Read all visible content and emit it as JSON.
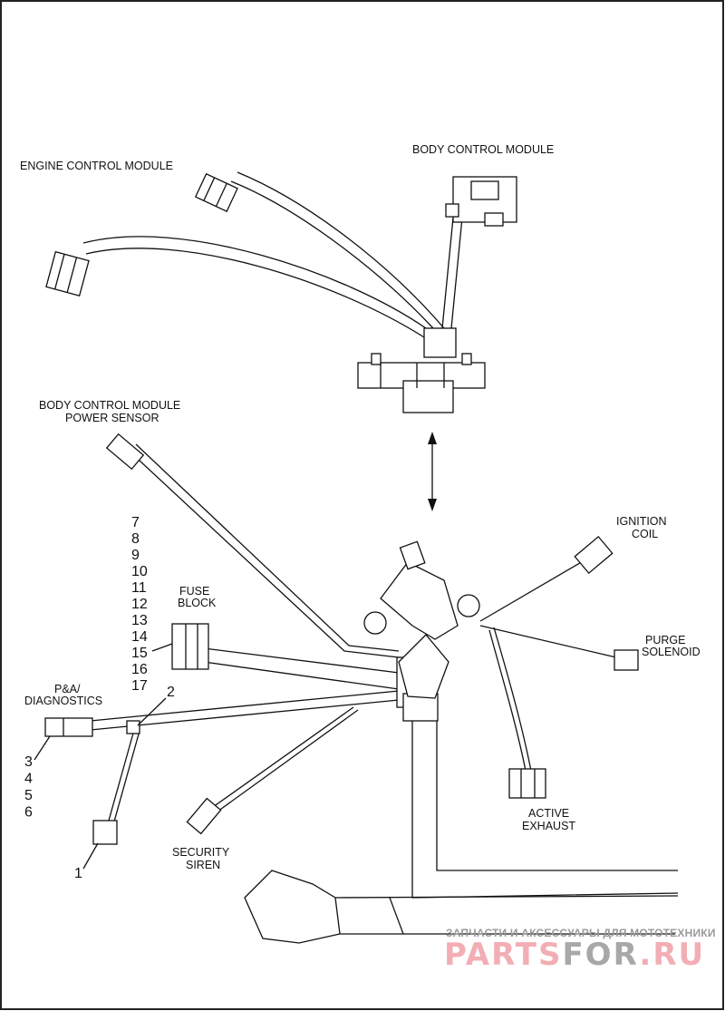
{
  "labels": {
    "ecm": "ENGINE CONTROL MODULE",
    "bcm": "BODY CONTROL MODULE",
    "bcm_power_sensor_1": "BODY CONTROL MODULE",
    "bcm_power_sensor_2": "POWER SENSOR",
    "fuse_block_1": "FUSE",
    "fuse_block_2": "BLOCK",
    "pa_diag_1": "P&A/",
    "pa_diag_2": "DIAGNOSTICS",
    "security_siren_1": "SECURITY",
    "security_siren_2": "SIREN",
    "ignition_coil_1": "IGNITION",
    "ignition_coil_2": "COIL",
    "purge_solenoid_1": "PURGE",
    "purge_solenoid_2": "SOLENOID",
    "active_exhaust_1": "ACTIVE",
    "active_exhaust_2": "EXHAUST"
  },
  "callouts": {
    "fuse_block_items": [
      "7",
      "8",
      "9",
      "10",
      "11",
      "12",
      "13",
      "14",
      "15",
      "16",
      "17"
    ],
    "pa_items": [
      "3",
      "4",
      "5",
      "6"
    ],
    "item_1": "1",
    "item_2": "2"
  },
  "watermark": {
    "tagline": "ЗАПЧАСТИ И АКСЕССУАРЫ ДЛЯ МОТОТЕХНИКИ",
    "brand_a": "PARTS",
    "brand_b": "FOR",
    "brand_c": ".RU",
    "colors": {
      "pink": "#f2aeb4",
      "gray": "#a8a8a8"
    }
  }
}
